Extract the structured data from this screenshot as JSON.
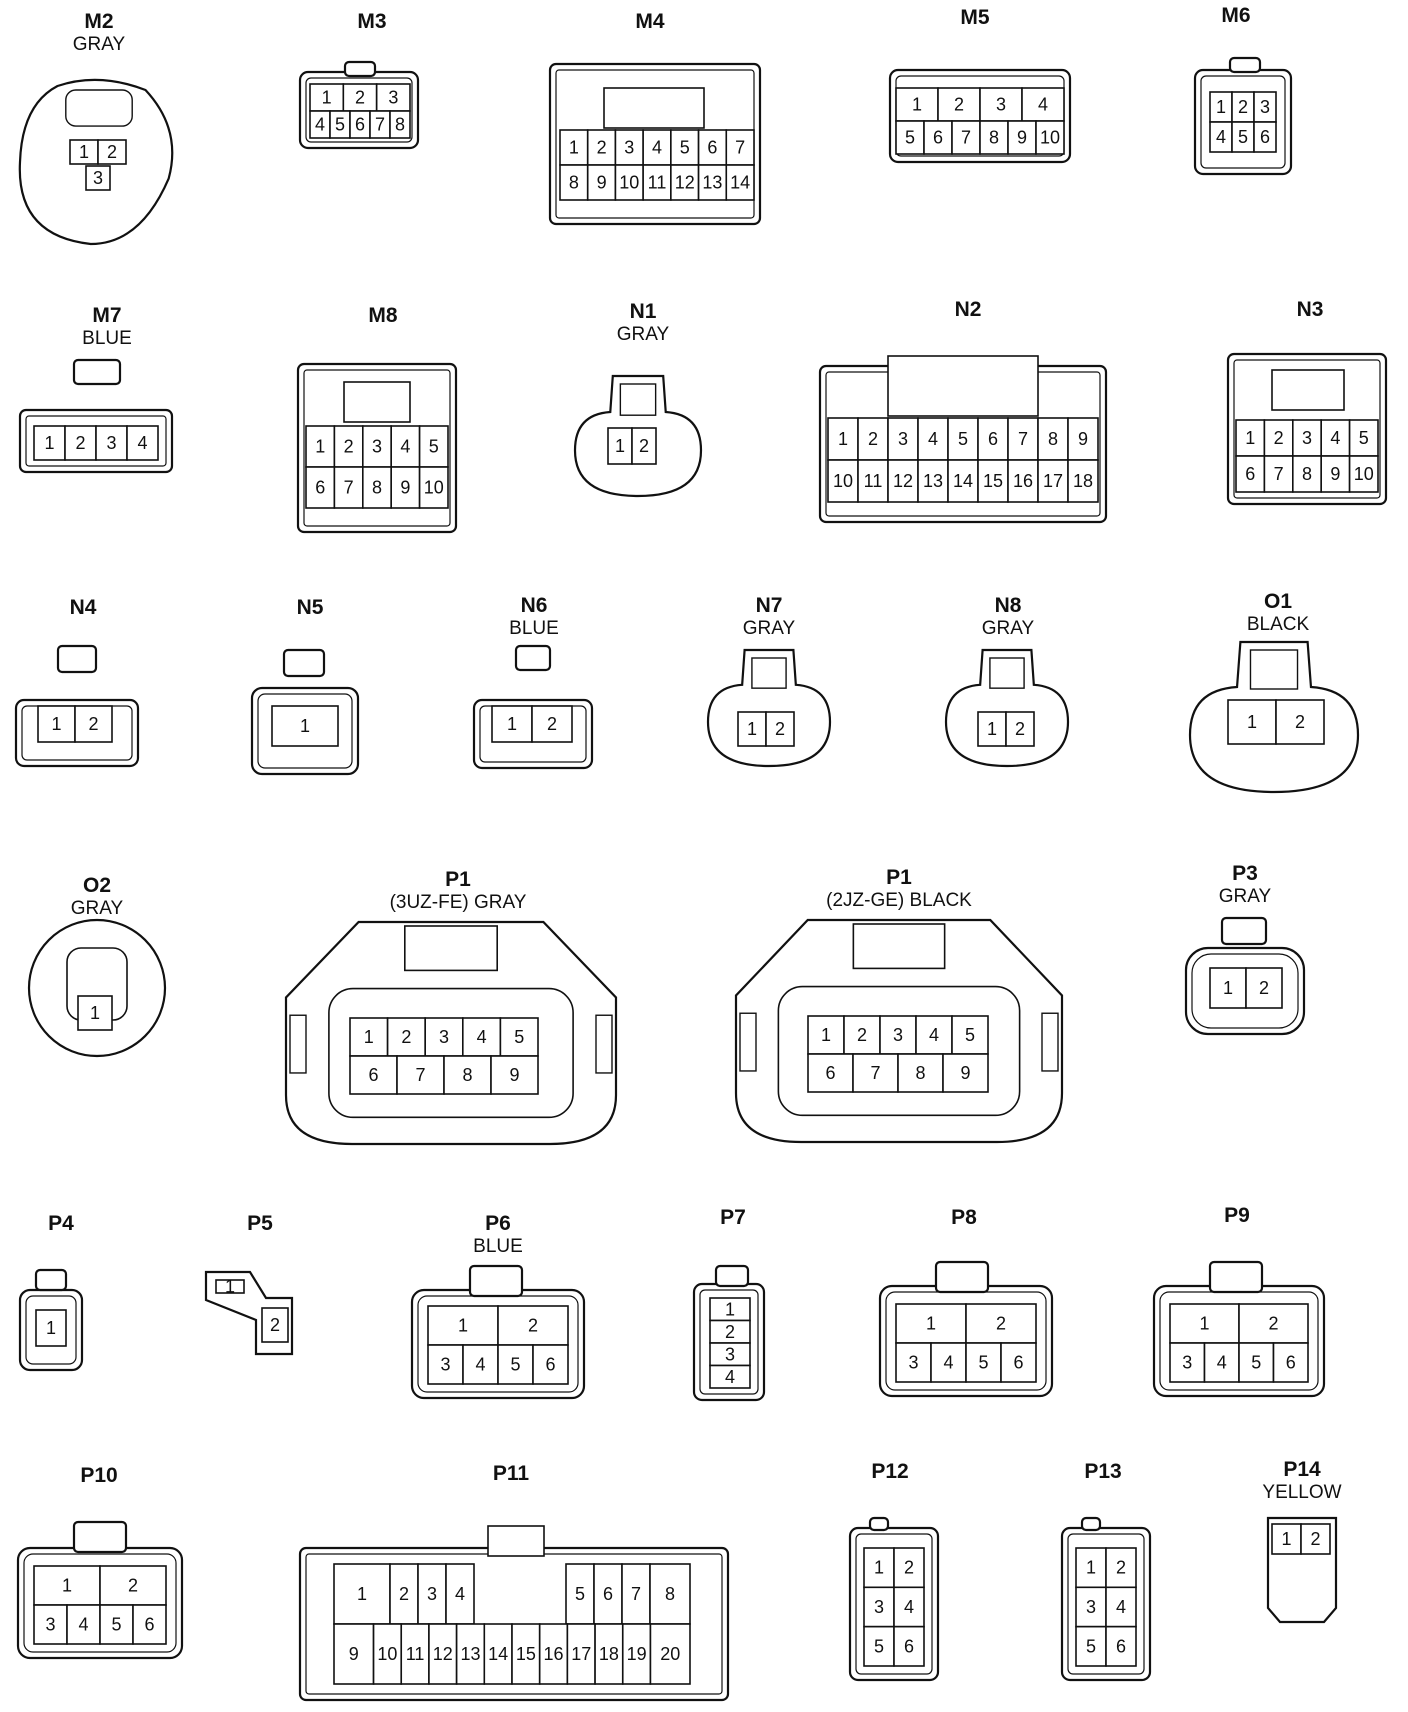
{
  "connectors": [
    {
      "id": "m2",
      "name": "M2",
      "color": "GRAY",
      "pins": [
        [
          "1",
          "2"
        ],
        [
          "3"
        ]
      ]
    },
    {
      "id": "m3",
      "name": "M3",
      "color": "",
      "pins": [
        [
          "1",
          "2",
          "3"
        ],
        [
          "4",
          "5",
          "6",
          "7",
          "8"
        ]
      ]
    },
    {
      "id": "m4",
      "name": "M4",
      "color": "",
      "pins": [
        [
          "1",
          "2",
          "3",
          "4",
          "5",
          "6",
          "7"
        ],
        [
          "8",
          "9",
          "10",
          "11",
          "12",
          "13",
          "14"
        ]
      ]
    },
    {
      "id": "m5",
      "name": "M5",
      "color": "",
      "pins": [
        [
          "1",
          "2",
          "3",
          "4"
        ],
        [
          "5",
          "6",
          "7",
          "8",
          "9",
          "10"
        ]
      ]
    },
    {
      "id": "m6",
      "name": "M6",
      "color": "",
      "pins": [
        [
          "1",
          "2",
          "3"
        ],
        [
          "4",
          "5",
          "6"
        ]
      ]
    },
    {
      "id": "m7",
      "name": "M7",
      "color": "BLUE",
      "pins": [
        [
          "1",
          "2",
          "3",
          "4"
        ]
      ]
    },
    {
      "id": "m8",
      "name": "M8",
      "color": "",
      "pins": [
        [
          "1",
          "2",
          "3",
          "4",
          "5"
        ],
        [
          "6",
          "7",
          "8",
          "9",
          "10"
        ]
      ]
    },
    {
      "id": "n1",
      "name": "N1",
      "color": "GRAY",
      "pins": [
        [
          "1",
          "2"
        ]
      ]
    },
    {
      "id": "n2",
      "name": "N2",
      "color": "",
      "pins": [
        [
          "1",
          "2",
          "3",
          "4",
          "5",
          "6",
          "7",
          "8",
          "9"
        ],
        [
          "10",
          "11",
          "12",
          "13",
          "14",
          "15",
          "16",
          "17",
          "18"
        ]
      ]
    },
    {
      "id": "n3",
      "name": "N3",
      "color": "",
      "pins": [
        [
          "1",
          "2",
          "3",
          "4",
          "5"
        ],
        [
          "6",
          "7",
          "8",
          "9",
          "10"
        ]
      ]
    },
    {
      "id": "n4",
      "name": "N4",
      "color": "",
      "pins": [
        [
          "1",
          "2"
        ]
      ]
    },
    {
      "id": "n5",
      "name": "N5",
      "color": "",
      "pins": [
        [
          "1"
        ]
      ]
    },
    {
      "id": "n6",
      "name": "N6",
      "color": "BLUE",
      "pins": [
        [
          "1",
          "2"
        ]
      ]
    },
    {
      "id": "n7",
      "name": "N7",
      "color": "GRAY",
      "pins": [
        [
          "1",
          "2"
        ]
      ]
    },
    {
      "id": "n8",
      "name": "N8",
      "color": "GRAY",
      "pins": [
        [
          "1",
          "2"
        ]
      ]
    },
    {
      "id": "o1",
      "name": "O1",
      "color": "BLACK",
      "pins": [
        [
          "1",
          "2"
        ]
      ]
    },
    {
      "id": "o2",
      "name": "O2",
      "color": "GRAY",
      "pins": [
        [
          "1"
        ]
      ]
    },
    {
      "id": "p1a",
      "name": "P1",
      "color": "(3UZ-FE)  GRAY",
      "pins": [
        [
          "1",
          "2",
          "3",
          "4",
          "5"
        ],
        [
          "6",
          "7",
          "8",
          "9"
        ]
      ]
    },
    {
      "id": "p1b",
      "name": "P1",
      "color": "(2JZ-GE)  BLACK",
      "pins": [
        [
          "1",
          "2",
          "3",
          "4",
          "5"
        ],
        [
          "6",
          "7",
          "8",
          "9"
        ]
      ]
    },
    {
      "id": "p3",
      "name": "P3",
      "color": "GRAY",
      "pins": [
        [
          "1",
          "2"
        ]
      ]
    },
    {
      "id": "p4",
      "name": "P4",
      "color": "",
      "pins": [
        [
          "1"
        ]
      ]
    },
    {
      "id": "p5",
      "name": "P5",
      "color": "",
      "pins": [
        [
          "1"
        ],
        [
          "2"
        ]
      ]
    },
    {
      "id": "p6",
      "name": "P6",
      "color": "BLUE",
      "pins": [
        [
          "1",
          "2"
        ],
        [
          "3",
          "4",
          "5",
          "6"
        ]
      ]
    },
    {
      "id": "p7",
      "name": "P7",
      "color": "",
      "pins": [
        [
          "1"
        ],
        [
          "2"
        ],
        [
          "3"
        ],
        [
          "4"
        ]
      ]
    },
    {
      "id": "p8",
      "name": "P8",
      "color": "",
      "pins": [
        [
          "1",
          "2"
        ],
        [
          "3",
          "4",
          "5",
          "6"
        ]
      ]
    },
    {
      "id": "p9",
      "name": "P9",
      "color": "",
      "pins": [
        [
          "1",
          "2"
        ],
        [
          "3",
          "4",
          "5",
          "6"
        ]
      ]
    },
    {
      "id": "p10",
      "name": "P10",
      "color": "",
      "pins": [
        [
          "1",
          "2"
        ],
        [
          "3",
          "4",
          "5",
          "6"
        ]
      ]
    },
    {
      "id": "p11",
      "name": "P11",
      "color": "",
      "pins": [
        [
          "1",
          "2",
          "3",
          "4",
          "5",
          "6",
          "7",
          "8"
        ],
        [
          "9",
          "10",
          "11",
          "12",
          "13",
          "14",
          "15",
          "16",
          "17",
          "18",
          "19",
          "20"
        ]
      ]
    },
    {
      "id": "p12",
      "name": "P12",
      "color": "",
      "pins": [
        [
          "1",
          "2"
        ],
        [
          "3",
          "4"
        ],
        [
          "5",
          "6"
        ]
      ]
    },
    {
      "id": "p13",
      "name": "P13",
      "color": "",
      "pins": [
        [
          "1",
          "2"
        ],
        [
          "3",
          "4"
        ],
        [
          "5",
          "6"
        ]
      ]
    },
    {
      "id": "p14",
      "name": "P14",
      "color": "YELLOW",
      "pins": [
        [
          "1",
          "2"
        ]
      ]
    }
  ]
}
